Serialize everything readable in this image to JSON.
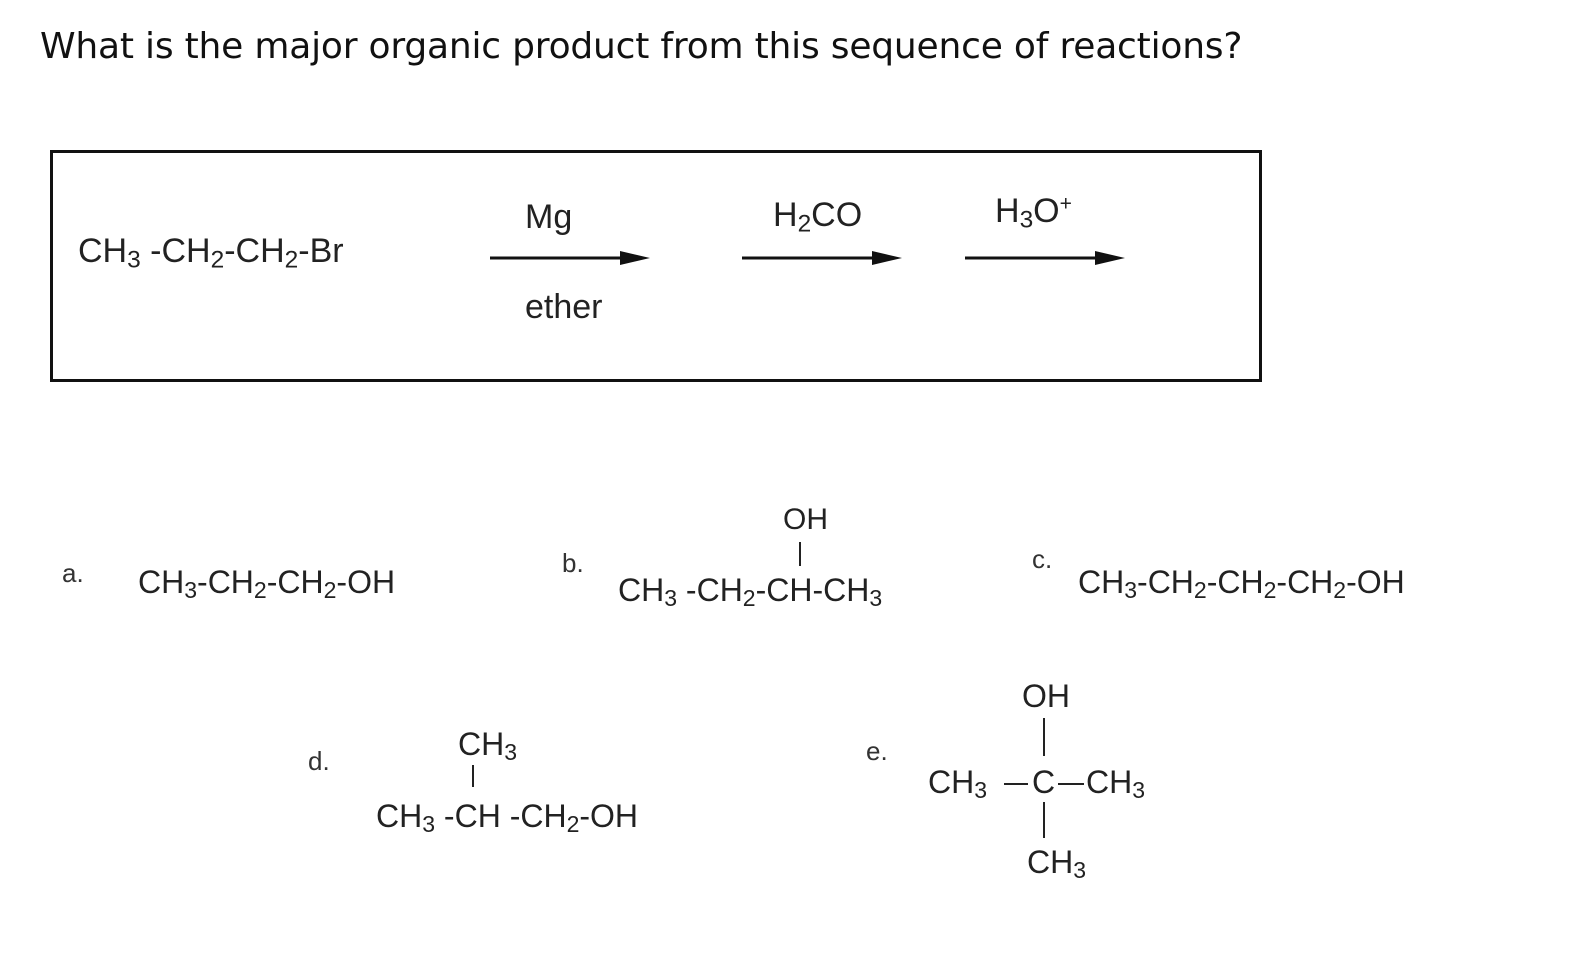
{
  "question": "What is the major organic product from this sequence of reactions?",
  "scheme": {
    "starting_material": {
      "p1": "CH",
      "s1": "3",
      "p2": " -CH",
      "s2": "2",
      "p3": "-CH",
      "s3": "2",
      "p4": "-Br"
    },
    "steps": [
      {
        "above": "Mg",
        "below": "ether"
      },
      {
        "above_p1": "H",
        "above_s1": "2",
        "above_p2": "CO"
      },
      {
        "above_p1": "H",
        "above_s1": "3",
        "above_p2": "O",
        "above_sup": "+"
      }
    ]
  },
  "options": {
    "a": {
      "label": "a.",
      "p1": "CH",
      "s1": "3",
      "p2": "-CH",
      "s2": "2",
      "p3": "-CH",
      "s3": "2",
      "p4": "-OH"
    },
    "b": {
      "label": "b.",
      "top": "OH",
      "p1": "CH",
      "s1": "3",
      "p2": " -CH",
      "s2": "2",
      "p3": "-CH-CH",
      "s3": "3"
    },
    "c": {
      "label": "c.",
      "p1": "CH",
      "s1": "3",
      "p2": "-CH",
      "s2": "2",
      "p3": "-CH",
      "s3": "2",
      "p4": "-CH",
      "s4": "2",
      "p5": "-OH"
    },
    "d": {
      "label": "d.",
      "top_p": "CH",
      "top_s": "3",
      "p1": "CH",
      "s1": "3",
      "p2": " -CH -CH",
      "s2": "2",
      "p3": "-OH"
    },
    "e": {
      "label": "e.",
      "top": "OH",
      "left_p": "CH",
      "left_s": "3",
      "center": "C",
      "right_p": "CH",
      "right_s": "3",
      "bottom_p": "CH",
      "bottom_s": "3"
    }
  }
}
